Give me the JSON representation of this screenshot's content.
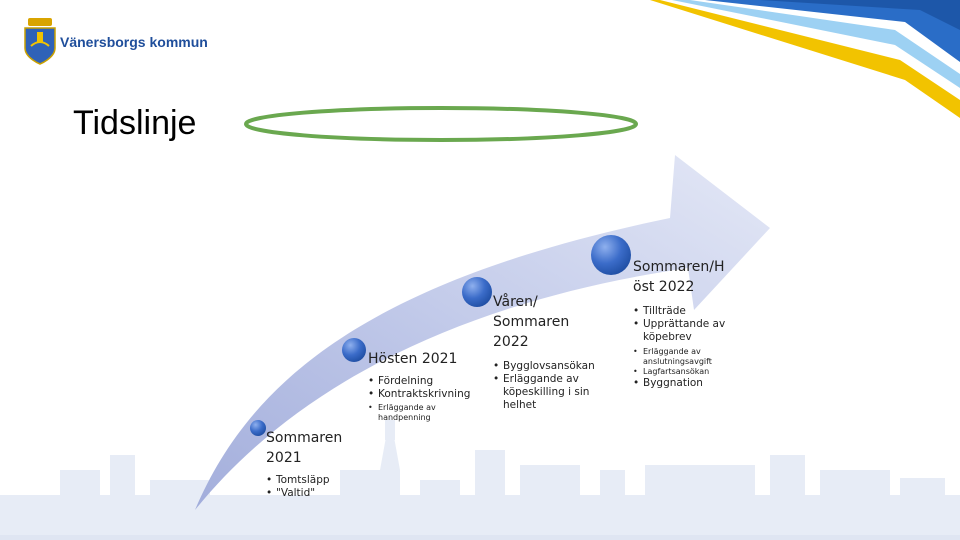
{
  "header": {
    "logo_text": "Vänersborgs kommun",
    "title": "Tidslinje"
  },
  "colors": {
    "ellipse_stroke": "#6aa84f",
    "arrow_light": "#dde2f3",
    "arrow_mid": "#b9c2e6",
    "node_blue": "#3a69c8",
    "corner_blue": "#2a6dc7",
    "corner_yellow": "#f2c300",
    "skyline": "#e6ebf5"
  },
  "stages": [
    {
      "title": "Sommaren 2021",
      "items": [
        {
          "text": "Tomtsläpp",
          "small": false
        },
        {
          "text": "\"Valtid\"",
          "small": false
        }
      ]
    },
    {
      "title": "Hösten 2021",
      "items": [
        {
          "text": "Fördelning",
          "small": false
        },
        {
          "text": "Kontraktskrivning",
          "small": false
        },
        {
          "text": "Erläggande av handpenning",
          "small": true
        }
      ]
    },
    {
      "title": "Våren/ Sommaren 2022",
      "items": [
        {
          "text": "Bygglovsansökan",
          "small": false
        },
        {
          "text": "Erläggande av köpeskilling i sin helhet",
          "small": false
        }
      ]
    },
    {
      "title": "Sommaren/H öst 2022",
      "items": [
        {
          "text": "Tillträde",
          "small": false
        },
        {
          "text": "Upprättande av köpebrev",
          "small": false
        },
        {
          "text": "Erläggande av anslutningsavgift",
          "small": true
        },
        {
          "text": "Lagfartsansökan",
          "small": true
        },
        {
          "text": "Byggnation",
          "small": false
        }
      ]
    }
  ]
}
